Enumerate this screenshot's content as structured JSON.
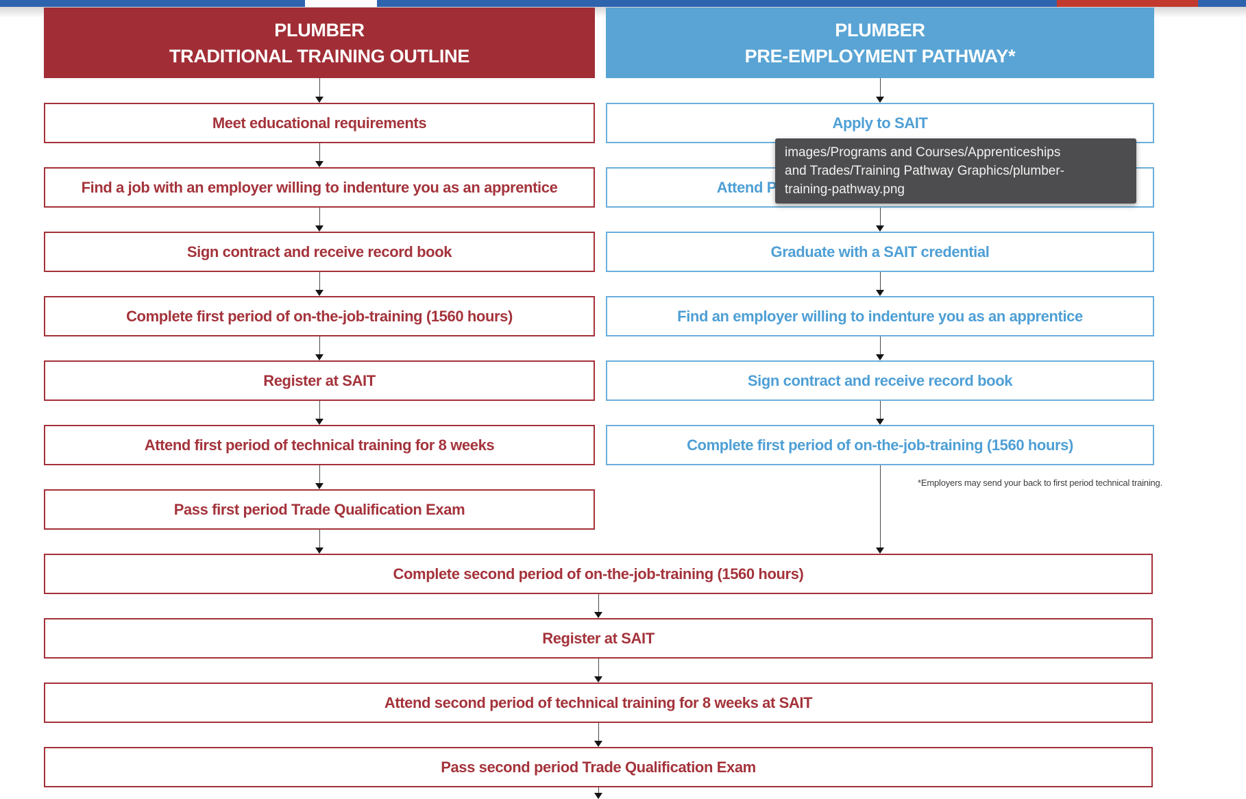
{
  "browser_chrome": {
    "theme_blue": "#2E63AE",
    "accent_red": "#C23A2D",
    "tab_notch": "#FDFDFD"
  },
  "flowchart": {
    "headers": {
      "left": {
        "line1": "PLUMBER",
        "line2": "TRADITIONAL TRAINING OUTLINE"
      },
      "right": {
        "line1": "PLUMBER",
        "line2": "PRE-EMPLOYMENT PATHWAY*"
      }
    },
    "left_steps": [
      "Meet educational requirements",
      "Find a job with an employer willing to indenture you as an apprentice",
      "Sign contract and receive record book",
      "Complete first period of  on-the-job-training (1560 hours)",
      "Register at SAIT",
      "Attend first period of technical training for 8 weeks",
      "Pass first period Trade Qualification Exam"
    ],
    "right_steps": [
      "Apply to SAIT",
      "Attend P",
      "Graduate with a SAIT credential",
      "Find an employer willing to indenture you as an apprentice",
      "Sign contract and receive record book",
      "Complete first period of  on-the-job-training (1560 hours)"
    ],
    "shared_steps": [
      "Complete second period of  on-the-job-training (1560 hours)",
      "Register at SAIT",
      "Attend second period of technical training for 8 weeks at SAIT",
      "Pass second period Trade Qualification Exam"
    ],
    "footnote": "*Employers may send your back to first period technical training.",
    "colors": {
      "header_red_bg": "#A12E36",
      "red_text": "#A4333B",
      "red_border": "#A43038",
      "header_blue_bg": "#59A4D4",
      "blue_text": "#4E9FD5",
      "blue_border": "#6AAEDA"
    }
  },
  "tooltip": {
    "lines": [
      "images/Programs and Courses/Apprenticeships",
      "and Trades/Training Pathway Graphics/plumber-",
      "training-pathway.png"
    ]
  }
}
